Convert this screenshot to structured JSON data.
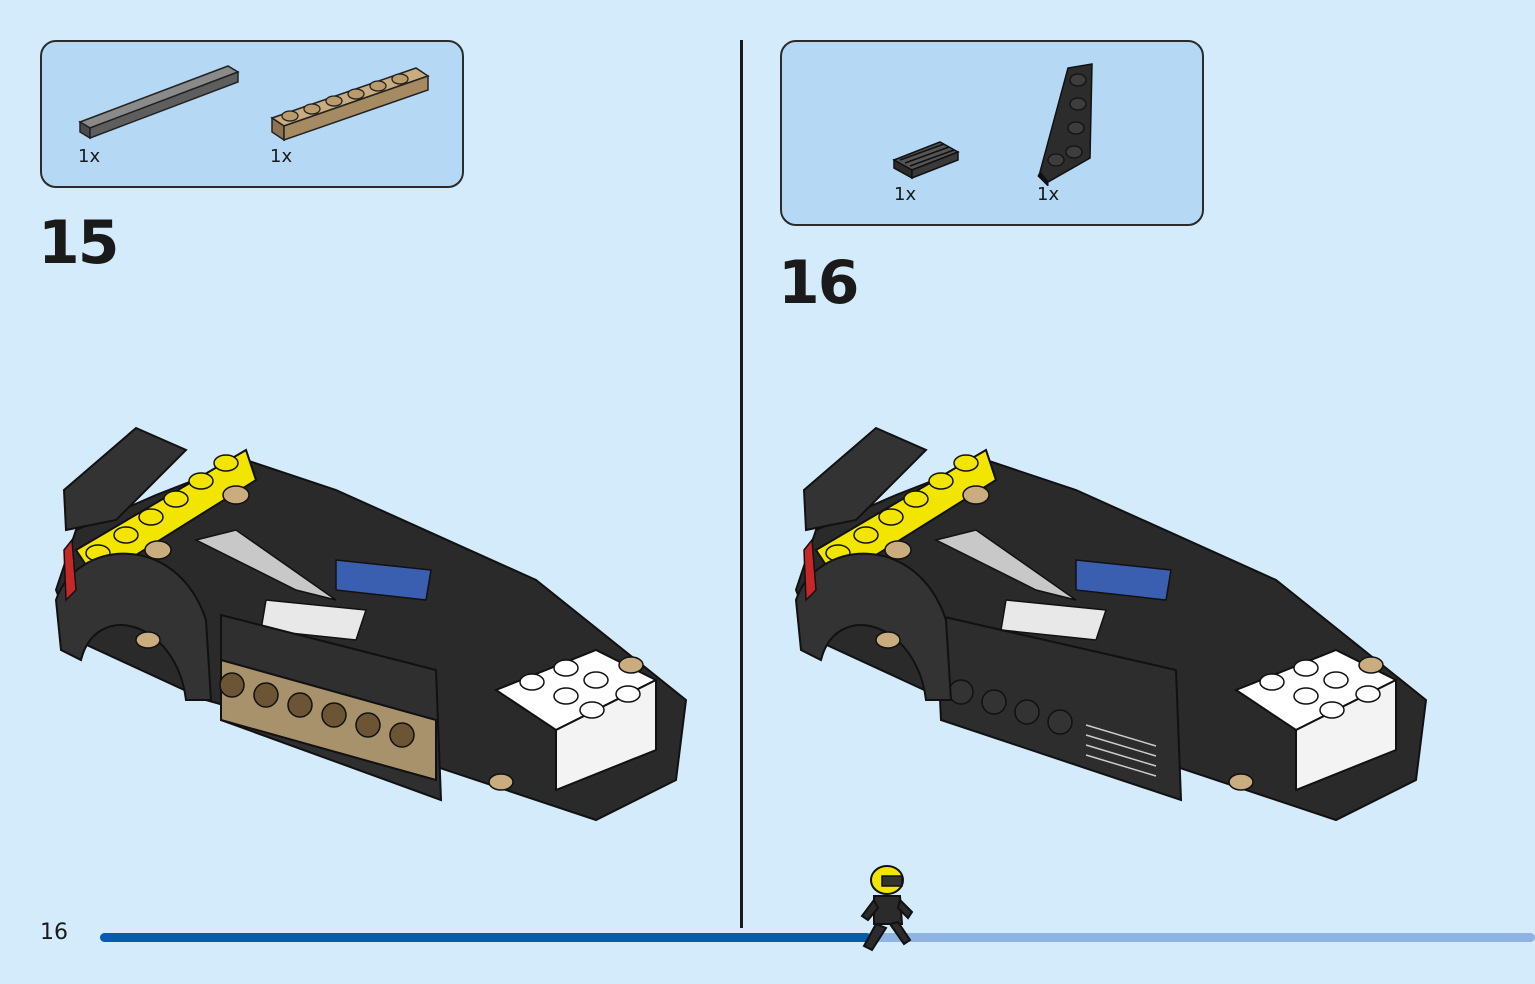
{
  "page": {
    "number": "16",
    "progress": 0.537,
    "colors": {
      "background": "#d4ebfb",
      "parts_box": "#b5d9f5",
      "progress_done": "#0a5bb0",
      "progress_remaining": "#8fb3e2"
    }
  },
  "steps": [
    {
      "number": "15",
      "parts": [
        {
          "icon": "dark-grey-tile-1x6",
          "qty": "1x"
        },
        {
          "icon": "tan-plate-1x6",
          "qty": "1x"
        }
      ]
    },
    {
      "number": "16",
      "parts": [
        {
          "icon": "black-grille-tile-1x2",
          "qty": "1x"
        },
        {
          "icon": "black-wedge-plate",
          "qty": "1x"
        }
      ]
    }
  ]
}
